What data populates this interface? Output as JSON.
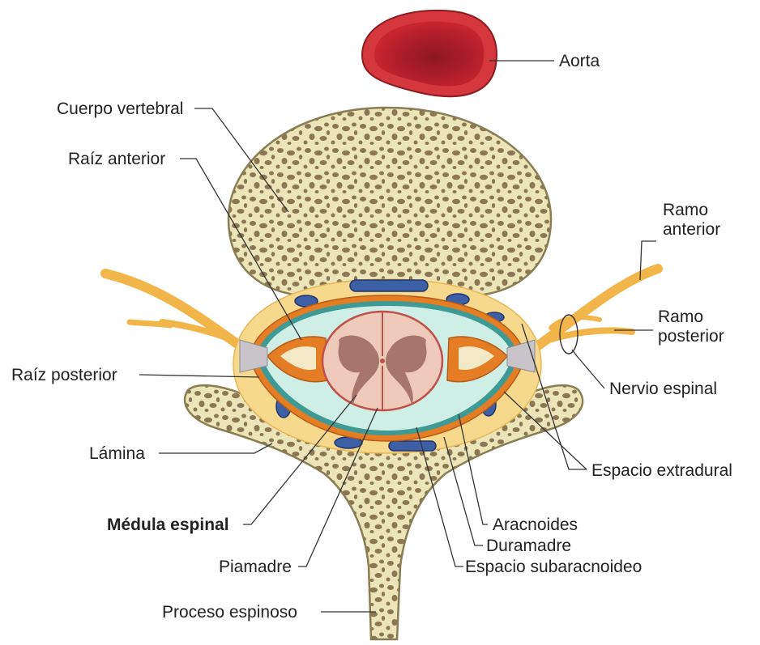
{
  "labels": {
    "aorta": "Aorta",
    "vertebral_body": "Cuerpo vertebral",
    "anterior_root": "Raíz anterior",
    "anterior_ramus": [
      "Ramo",
      "anterior"
    ],
    "posterior_ramus": [
      "Ramo",
      "posterior"
    ],
    "spinal_nerve": "Nervio espinal",
    "posterior_root": "Raíz posterior",
    "lamina": "Lámina",
    "extradural_space": "Espacio extradural",
    "spinal_cord": "Médula espinal",
    "arachnoid": "Aracnoides",
    "dura_mater": "Duramadre",
    "subarachnoid_space": "Espacio subaracnoideo",
    "pia_mater": "Piamadre",
    "spinous_process": "Proceso espinoso"
  },
  "colors": {
    "bone": "#ece5b9",
    "bone_outline": "#8a7d52",
    "bone_pore": "#8c7654",
    "aorta": "#c8262f",
    "aorta_lumen": "#8e1722",
    "nerve": "#f2b54a",
    "fat": "#f6d98d",
    "dura": "#e57d25",
    "arachnoid_band": "#3f9a95",
    "csf": "#cfeee6",
    "spinal_cord": "#efc9b9",
    "grey_matter": "#a6766a",
    "vein": "#3c5fa6"
  }
}
